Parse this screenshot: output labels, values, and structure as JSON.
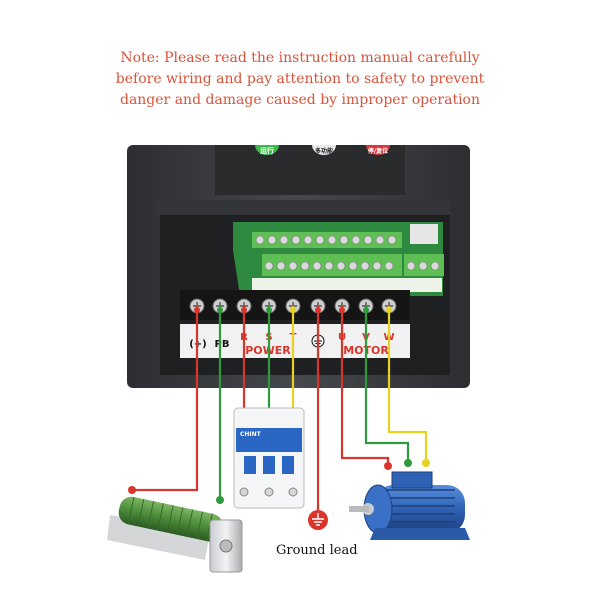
{
  "note": {
    "line1": "Note: Please read the instruction manual carefully",
    "line2": "before wiring and pay attention to safety to prevent",
    "line3": "danger and damage caused by improper operation"
  },
  "keypad": {
    "run_label": "运行",
    "multi_label": "多功能",
    "stop_label": "停/复位"
  },
  "terminals": {
    "left_label": "(+)",
    "pb_label": "PB",
    "r": "R",
    "s": "S",
    "t": "T",
    "u": "U",
    "v": "V",
    "w": "W",
    "power_label": "POWER",
    "motor_label": "MOTOR"
  },
  "breaker": {
    "brand": "CHINT"
  },
  "ground_label": "Ground lead",
  "colors": {
    "note_text": "#d9533a",
    "wire_red": "#d9352b",
    "wire_green": "#2f9a3b",
    "wire_yellow": "#e6d21f",
    "inverter_body": "#3b3d40",
    "pcb": "#2e8a3e",
    "terminal_block": "#5fbf55",
    "motor_blue": "#2f62b5",
    "resistor_green": "#4b8c3a"
  },
  "icons": [
    "ground-icon",
    "screw-icon"
  ]
}
